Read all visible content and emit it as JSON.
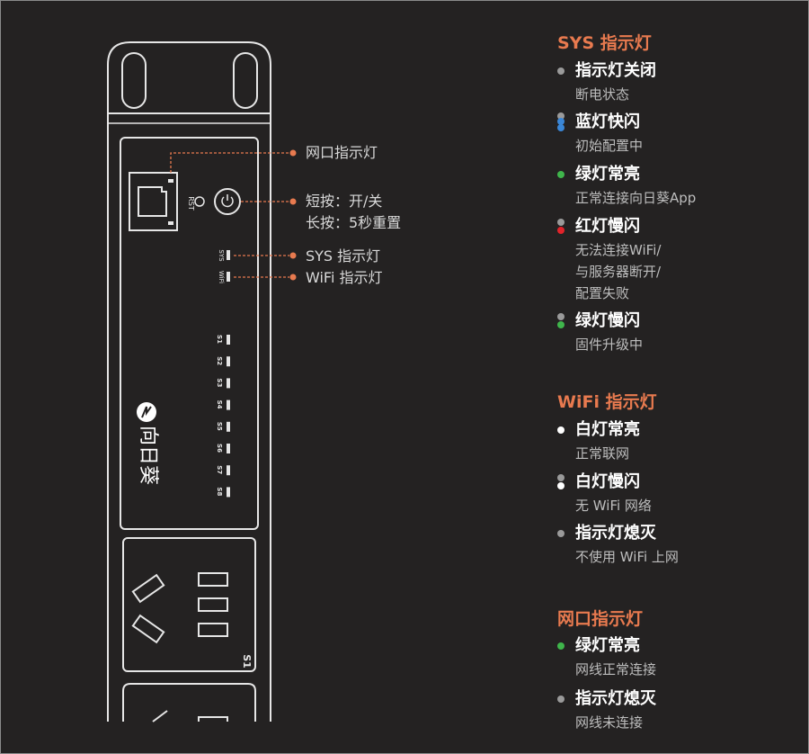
{
  "callouts": {
    "network_port": "网口指示灯",
    "button_short": "短按：开/关",
    "button_long": "长按：5秒重置",
    "sys_led": "SYS 指示灯",
    "wifi_led": "WiFi 指示灯"
  },
  "device": {
    "rst_label": "RST",
    "sys_label": "SYS",
    "wifi_label": "WiFi",
    "socket_labels": [
      "S1",
      "S2",
      "S3",
      "S4",
      "S5",
      "S6",
      "S7",
      "S8"
    ],
    "brand_name": "向日葵",
    "first_socket_label": "S1",
    "logo_icon": "sunlogin-logo-icon",
    "power_icon": "power-button-icon"
  },
  "colors": {
    "accent": "#e87a4f",
    "led_gray": "#9a9a9a",
    "led_blue": "#3a86d6",
    "led_green": "#3fb54b",
    "led_red": "#e2232a",
    "led_white": "#ffffff"
  },
  "sections": {
    "sys": {
      "title": "SYS 指示灯",
      "items": [
        {
          "title": "指示灯关闭",
          "desc": [
            "断电状态"
          ]
        },
        {
          "title": "蓝灯快闪",
          "desc": [
            "初始配置中"
          ]
        },
        {
          "title": "绿灯常亮",
          "desc": [
            "正常连接向日葵App"
          ]
        },
        {
          "title": "红灯慢闪",
          "desc": [
            "无法连接WiFi/",
            "与服务器断开/",
            "配置失败"
          ]
        },
        {
          "title": "绿灯慢闪",
          "desc": [
            "固件升级中"
          ]
        }
      ]
    },
    "wifi": {
      "title": "WiFi 指示灯",
      "items": [
        {
          "title": "白灯常亮",
          "desc": [
            "正常联网"
          ]
        },
        {
          "title": "白灯慢闪",
          "desc": [
            "无 WiFi 网络"
          ]
        },
        {
          "title": "指示灯熄灭",
          "desc": [
            "不使用 WiFi 上网"
          ]
        }
      ]
    },
    "port": {
      "title": "网口指示灯",
      "items": [
        {
          "title": "绿灯常亮",
          "desc": [
            "网线正常连接"
          ]
        },
        {
          "title": "指示灯熄灭",
          "desc": [
            "网线未连接"
          ]
        }
      ]
    }
  }
}
